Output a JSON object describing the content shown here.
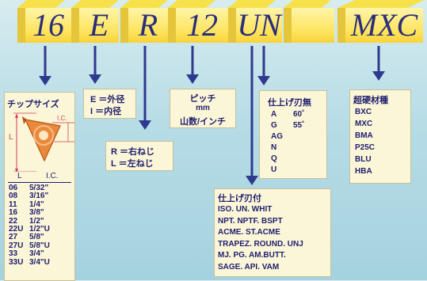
{
  "codes": [
    "16",
    "E",
    "R",
    "12",
    "UN",
    "",
    "MXC"
  ],
  "colors": {
    "navy": "#2a2e7a",
    "arrow": "#2f3a8f",
    "box_bg": "#fcf6d8",
    "cube_face": "#fde35b",
    "background": "#b6dce6",
    "insert_orange": "#e8893b",
    "dimension_red": "#d23c5a"
  },
  "chip_size": {
    "title": "チップサイズ",
    "diagram_labels": {
      "L": "L",
      "IC": "I.C."
    },
    "headers": [
      "L",
      "I.C."
    ],
    "rows": [
      [
        "06",
        "5/32\""
      ],
      [
        "08",
        "3/16\""
      ],
      [
        "11",
        "1/4\""
      ],
      [
        "16",
        "3/8\""
      ],
      [
        "22",
        "1/2\""
      ],
      [
        "22U",
        "1/2\"U"
      ],
      [
        "27",
        "5/8\""
      ],
      [
        "27U",
        "5/8\"U"
      ],
      [
        "33",
        "3/4\""
      ],
      [
        "33U",
        "3/4\"U"
      ]
    ]
  },
  "type": {
    "line1": "E ＝外径",
    "line2": "I ＝内径"
  },
  "hand": {
    "line1": "R ＝右ねじ",
    "line2": "L ＝左ねじ"
  },
  "pitch": {
    "line1": "ピッチ",
    "line2": "mm",
    "line3": "山数/インチ"
  },
  "no_finish": {
    "title": "仕上げ刃無",
    "rows": [
      [
        "A",
        "60˚"
      ],
      [
        "G",
        "55˚"
      ],
      [
        "AG",
        ""
      ],
      [
        "N",
        ""
      ],
      [
        "Q",
        ""
      ],
      [
        "U",
        ""
      ]
    ]
  },
  "with_finish": {
    "title": "仕上げ刃付",
    "lines": [
      "ISO. UN. WHIT",
      "NPT. NPTF. BSPT",
      "ACME. ST.ACME",
      "TRAPEZ. ROUND. UNJ",
      "MJ. PG. AM.BUTT.",
      "SAGE. API. VAM"
    ]
  },
  "grade": {
    "title": "超硬材種",
    "items": [
      "BXC",
      "MXC",
      "BMA",
      "P25C",
      "BLU",
      "HBA"
    ]
  }
}
